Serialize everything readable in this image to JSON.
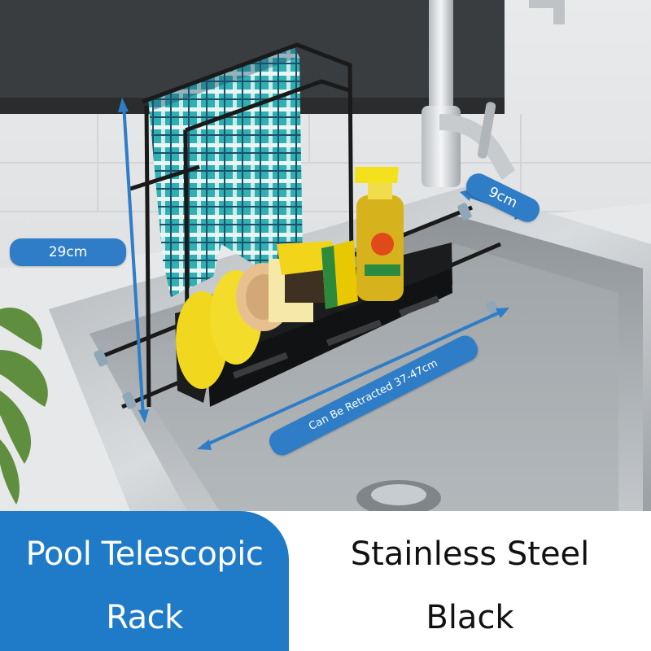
{
  "dimensions": {
    "height": "29cm",
    "depth": "9cm",
    "length": "Can Be Retracted 37-47cm"
  },
  "product": {
    "name_line1": "Pool Telescopic",
    "name_line2": "Rack"
  },
  "spec": {
    "material": "Stainless Steel",
    "color": "Black"
  },
  "colors": {
    "accent": "#1f7bc7",
    "label": "#2f7dc6",
    "rack": "#1a1a1a",
    "sink": "#b9bec2"
  }
}
